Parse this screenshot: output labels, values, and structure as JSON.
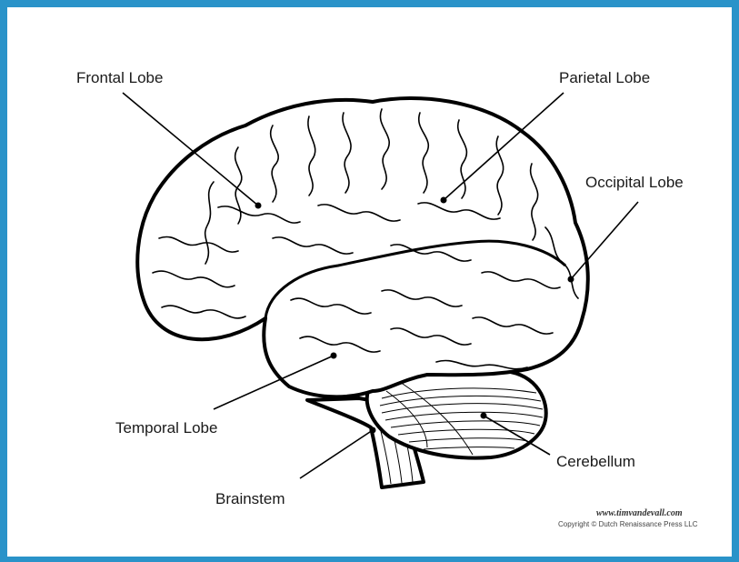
{
  "labels": {
    "frontal": "Frontal Lobe",
    "parietal": "Parietal Lobe",
    "occipital": "Occipital Lobe",
    "temporal": "Temporal Lobe",
    "cerebellum": "Cerebellum",
    "brainstem": "Brainstem"
  },
  "footer": {
    "website": "www.timvandevall.com",
    "copyright": "Copyright © Dutch Renaissance Press LLC"
  },
  "colors": {
    "frame": "#2a93c9",
    "ink": "#000000",
    "background": "#ffffff"
  }
}
